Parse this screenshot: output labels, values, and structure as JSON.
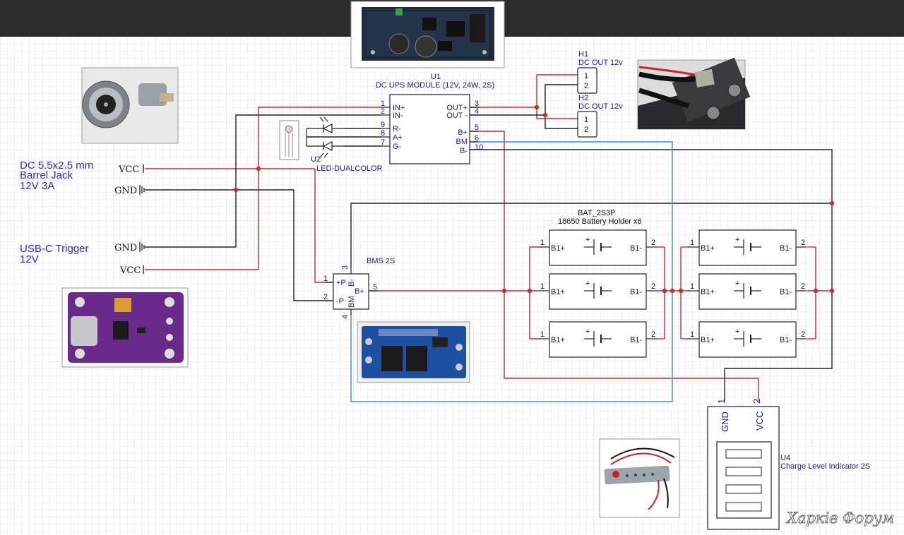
{
  "u1": {
    "ref": "U1",
    "title": "DC UPS MODULE (12V, 24W, 2S)",
    "pins_left": [
      {
        "num": "1",
        "name": "IN+"
      },
      {
        "num": "2",
        "name": "IN-"
      },
      {
        "num": "9",
        "name": "R-"
      },
      {
        "num": "8",
        "name": "A+"
      },
      {
        "num": "7",
        "name": "G-"
      }
    ],
    "pins_right": [
      {
        "num": "3",
        "name": "OUT+"
      },
      {
        "num": "4",
        "name": "OUT -"
      },
      {
        "num": "5",
        "name": "B+"
      },
      {
        "num": "6",
        "name": "BM"
      },
      {
        "num": "10",
        "name": "B-"
      }
    ]
  },
  "u2": {
    "ref": "U2",
    "name": "LED-DUALCOLOR"
  },
  "h1": {
    "ref": "H1",
    "name": "DC OUT 12v",
    "pins": [
      "1",
      "2"
    ]
  },
  "h2": {
    "ref": "H2",
    "name": "DC OUT 12v",
    "pins": [
      "1",
      "2"
    ]
  },
  "barrel": {
    "l1": "DC 5.5x2.5 mm",
    "l2": "Barrel Jack",
    "l3": "12V 3A",
    "vcc": "VCC",
    "gnd": "GND"
  },
  "usbc": {
    "l1": "USB-C Trigger",
    "l2": "12V",
    "vcc": "VCC",
    "gnd": "GND"
  },
  "bms": {
    "name": "BMS 2S",
    "pins": [
      {
        "num": "1",
        "name": "+P"
      },
      {
        "num": "2",
        "name": "-P"
      },
      {
        "num": "3",
        "name": "B-"
      },
      {
        "num": "4",
        "name": "BM"
      },
      {
        "num": "5",
        "name": "B+"
      }
    ]
  },
  "bat": {
    "ref": "BAT_2S3P",
    "name": "18650 Battery Holder x6",
    "pin1": "1",
    "pin2": "2",
    "plus": "B1+",
    "minus": "B1-",
    "sign": "+"
  },
  "u4": {
    "ref": "U4",
    "name": "Charge Level Indicator 2S",
    "gnd": "GND",
    "vcc": "VCC",
    "pin1": "1",
    "pin2": "2"
  },
  "watermark": "Харків Форум",
  "colors": {
    "wire_red": "#cc2b2b",
    "wire_black": "#222222",
    "wire_blue": "#3a8fd6",
    "label_blue": "#2a2acc",
    "pcb_purple": "#6a2a8a",
    "pcb_blue": "#1f4fa0"
  }
}
